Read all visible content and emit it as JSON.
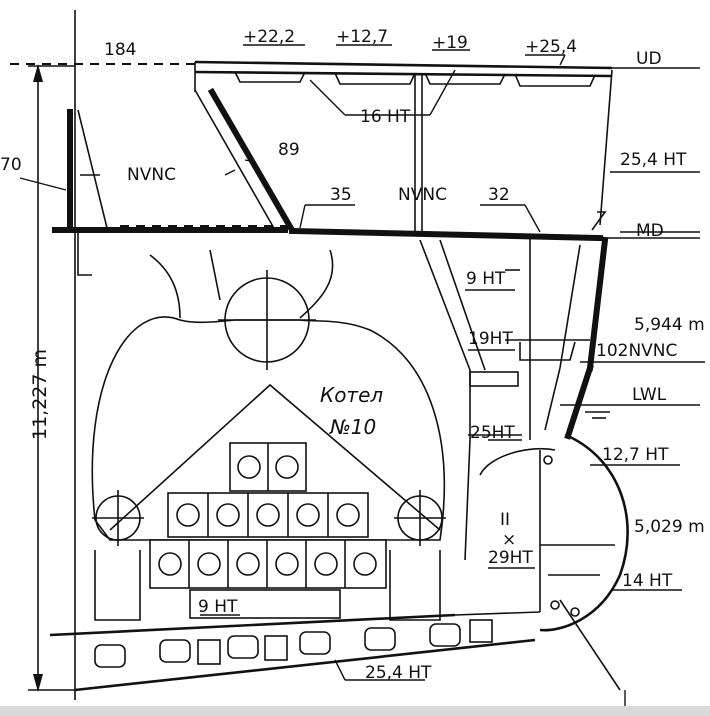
{
  "labels": {
    "top_184": "184",
    "top_22_2": "+22,2",
    "top_12_7": "+12,7",
    "top_19": "+19",
    "top_25_4": "+25,4",
    "ud": "UD",
    "ht16": "16 HT",
    "left_70": "70",
    "nvnc_left": "NVNC",
    "val_89": "89",
    "ht25_4_right": "25,4 HT",
    "val_35": "35",
    "nvnc_mid": "NVNC",
    "val_32": "32",
    "md": "MD",
    "ht9_upper": "9 HT",
    "dim_5944": "5,944 m",
    "ht19": "19HT",
    "nvnc102": "102NVNC",
    "boiler_line1": "Котел",
    "boiler_line2": "№10",
    "lwl": "LWL",
    "ht25": "25HT",
    "ht12_7": "12,7 HT",
    "roman_ii": "II",
    "cross_mark": "×",
    "dim_5029": "5,029 m",
    "ht29": "29HT",
    "ht14": "14 HT",
    "ht9_lower": "9 HT",
    "ht25_4_bottom": "25,4 HT",
    "height_dim": "11,227 m"
  }
}
